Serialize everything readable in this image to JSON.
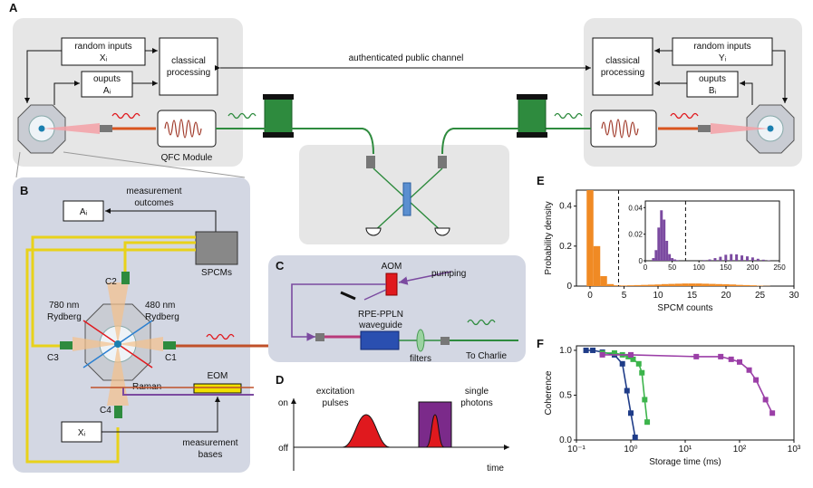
{
  "panels": {
    "a": "A",
    "b": "B",
    "c": "C",
    "d": "D",
    "e": "E",
    "f": "F"
  },
  "panel_a": {
    "left_random": "random inputs",
    "left_xi": "Xᵢ",
    "left_outputs": "ouputs",
    "left_ai": "Aᵢ",
    "left_classical_1": "classical",
    "left_classical_2": "processing",
    "right_classical_1": "classical",
    "right_classical_2": "processing",
    "right_random": "random inputs",
    "right_yi": "Yᵢ",
    "right_outputs": "ouputs",
    "right_bi": "Bᵢ",
    "channel": "authenticated public channel",
    "qfc": "QFC Module"
  },
  "panel_b": {
    "ai_box": "Aᵢ",
    "measurement_outcomes_1": "measurement",
    "measurement_outcomes_2": "outcomes",
    "spcms": "SPCMs",
    "c1": "C1",
    "c2": "C2",
    "c3": "C3",
    "c4": "C4",
    "ryd780_1": "780 nm",
    "ryd780_2": "Rydberg",
    "ryd480_1": "480 nm",
    "ryd480_2": "Rydberg",
    "raman": "Raman",
    "eom": "EOM",
    "xi_box": "Xᵢ",
    "bases_1": "measurement",
    "bases_2": "bases"
  },
  "panel_c": {
    "aom": "AOM",
    "pumping": "pumping",
    "waveguide_1": "RPE-PPLN",
    "waveguide_2": "waveguide",
    "filters": "filters",
    "charlie": "To Charlie"
  },
  "panel_d": {
    "on": "on",
    "off": "off",
    "excitation_1": "excitation",
    "excitation_2": "pulses",
    "single_1": "single",
    "single_2": "photons",
    "time": "time"
  },
  "colors": {
    "panel_a_bg": "#e6e6e6",
    "panel_b_bg": "#d3d7e3",
    "fiber_green": "#2e8b3e",
    "fiber_yellow": "#e8d21a",
    "orange": "#f08a24",
    "purple": "#7b4aa0",
    "green_marker": "#3cb44b",
    "navy": "#1f3c88",
    "magenta": "#9b3fa7",
    "red": "#e0191e"
  },
  "chart_data": [
    {
      "type": "bar",
      "panel": "E",
      "xlabel": "SPCM counts",
      "ylabel": "Probability density",
      "xlim": [
        -2,
        30
      ],
      "ylim": [
        0,
        0.48
      ],
      "xticks": [
        0,
        5,
        10,
        15,
        20,
        25,
        30
      ],
      "yticks": [
        0,
        0.2,
        0.4
      ],
      "threshold": 4.2,
      "series": [
        {
          "color": "#f08a24",
          "x": [
            0,
            1,
            2,
            3,
            4,
            5,
            6,
            7,
            8,
            9,
            10,
            11,
            12,
            13,
            14,
            15,
            16,
            17,
            18,
            19,
            20,
            21,
            22,
            23,
            24,
            25,
            26
          ],
          "values": [
            0.48,
            0.2,
            0.05,
            0.01,
            0.004,
            0.003,
            0.004,
            0.005,
            0.006,
            0.007,
            0.008,
            0.01,
            0.011,
            0.012,
            0.013,
            0.013,
            0.013,
            0.012,
            0.011,
            0.01,
            0.009,
            0.008,
            0.006,
            0.005,
            0.004,
            0.002,
            0.001
          ]
        }
      ],
      "inset": {
        "xlim": [
          0,
          250
        ],
        "ylim": [
          0,
          0.045
        ],
        "xticks": [
          0,
          50,
          100,
          150,
          200,
          250
        ],
        "yticks": [
          0,
          0.02,
          0.04
        ],
        "threshold": 75,
        "series": [
          {
            "color": "#7b4aa0",
            "x": [
              15,
              20,
              25,
              30,
              35,
              40,
              45,
              50,
              55,
              60
            ],
            "values": [
              0.002,
              0.008,
              0.025,
              0.038,
              0.031,
              0.015,
              0.005,
              0.002,
              0.001,
              0.0005
            ]
          },
          {
            "color": "#7b4aa0",
            "x": [
              110,
              120,
              130,
              140,
              150,
              160,
              170,
              180,
              190,
              200,
              210,
              220,
              230
            ],
            "values": [
              0.0005,
              0.001,
              0.002,
              0.003,
              0.0045,
              0.005,
              0.0048,
              0.004,
              0.0033,
              0.0025,
              0.0015,
              0.0008,
              0.0003
            ]
          }
        ]
      }
    },
    {
      "type": "scatter",
      "panel": "F",
      "xlabel": "Storage time (ms)",
      "ylabel": "Coherence",
      "xscale": "log",
      "xlim": [
        0.1,
        1000
      ],
      "ylim": [
        0,
        1.05
      ],
      "xticks": [
        0.1,
        1,
        10,
        100,
        1000
      ],
      "xtick_labels": [
        "10⁻¹",
        "10⁰",
        "10¹",
        "10²",
        "10³"
      ],
      "yticks": [
        0,
        0.5,
        1.0
      ],
      "ytick_labels": [
        "0.0",
        "0.5",
        "1.0"
      ],
      "series": [
        {
          "color": "#1f3c88",
          "x": [
            0.15,
            0.2,
            0.3,
            0.5,
            0.7,
            0.85,
            1.0,
            1.2
          ],
          "y": [
            1.0,
            1.0,
            0.98,
            0.95,
            0.85,
            0.55,
            0.3,
            0.03
          ]
        },
        {
          "color": "#3cb44b",
          "x": [
            0.3,
            0.5,
            0.7,
            0.9,
            1.1,
            1.4,
            1.6,
            1.8,
            2.0
          ],
          "y": [
            0.97,
            0.97,
            0.95,
            0.93,
            0.9,
            0.85,
            0.75,
            0.45,
            0.2
          ]
        },
        {
          "color": "#9b3fa7",
          "x": [
            0.3,
            1,
            16,
            45,
            70,
            100,
            150,
            200,
            300,
            400
          ],
          "y": [
            0.95,
            0.95,
            0.93,
            0.93,
            0.9,
            0.87,
            0.78,
            0.67,
            0.45,
            0.3
          ]
        }
      ]
    }
  ]
}
